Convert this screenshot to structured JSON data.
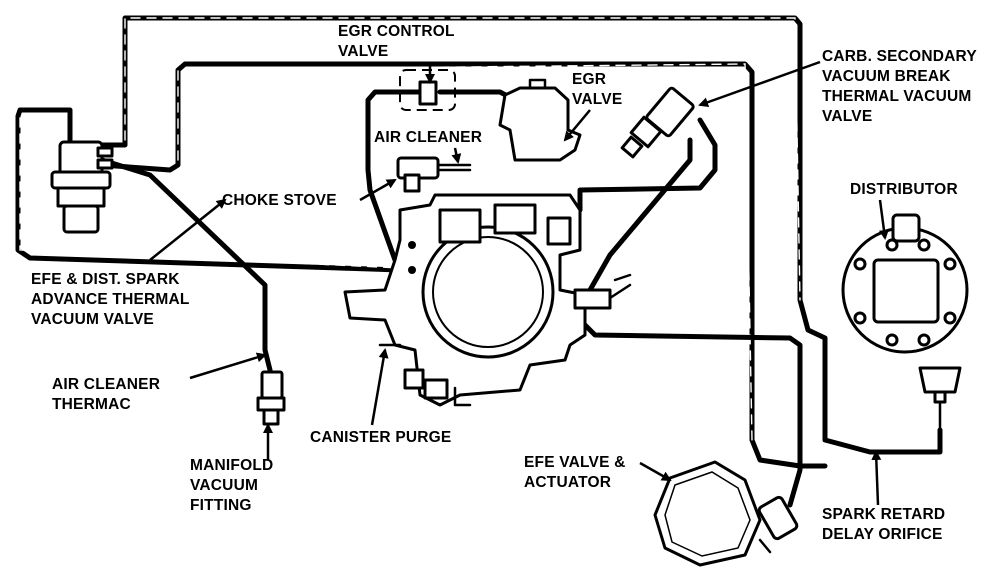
{
  "labels": {
    "egr_control_valve": "EGR CONTROL\nVALVE",
    "egr_valve": "EGR\nVALVE",
    "carb_secondary": "CARB. SECONDARY\nVACUUM BREAK\nTHERMAL VACUUM\nVALVE",
    "air_cleaner": "AIR CLEANER",
    "choke_stove": "CHOKE STOVE",
    "distributor": "DISTRIBUTOR",
    "efe_dist_spark": "EFE & DIST. SPARK\nADVANCE THERMAL\nVACUUM VALVE",
    "air_cleaner_thermac": "AIR CLEANER\nTHERMAC",
    "canister_purge": "CANISTER PURGE",
    "manifold_vacuum_fitting": "MANIFOLD\nVACUUM\nFITTING",
    "efe_valve_actuator": "EFE VALVE &\nACTUATOR",
    "spark_retard_delay_orifice": "SPARK RETARD\nDELAY ORIFICE"
  }
}
